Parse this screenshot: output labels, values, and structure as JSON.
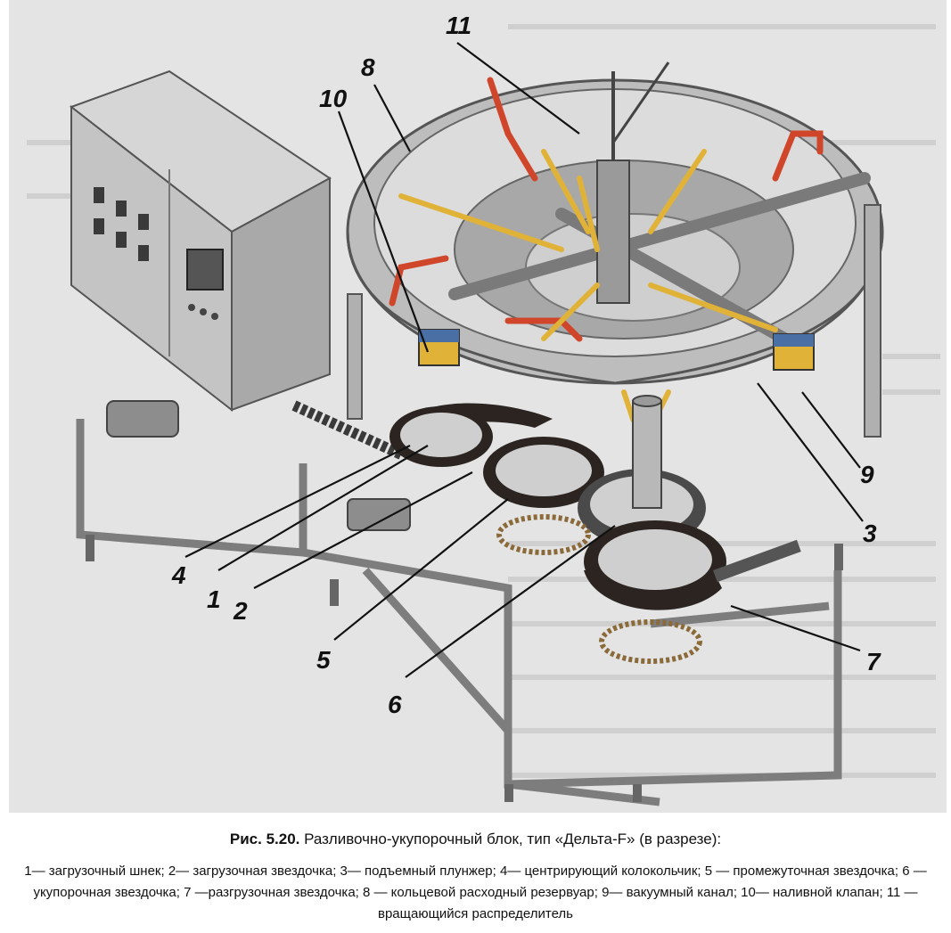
{
  "caption": {
    "label": "Рис. 5.20.",
    "title": "Разливочно-укупорочный блок, тип «Дельта-F» (в разрезе):",
    "legend": "1— загрузочный шнек; 2— загрузочная звездочка; 3— подъемный плунжер; 4— центрирующий колокольчик; 5 — промежуточная звездочка; 6 — укупорочная звездочка; 7 —разгрузочная звездочка; 8 — кольцевой расходный резервуар; 9— вакуумный канал; 10— наливной клапан; 11 — вращающийся распределитель"
  },
  "callouts": [
    {
      "id": "11",
      "label": "11"
    },
    {
      "id": "8",
      "label": "8"
    },
    {
      "id": "10",
      "label": "10"
    },
    {
      "id": "9",
      "label": "9"
    },
    {
      "id": "3",
      "label": "3"
    },
    {
      "id": "4",
      "label": "4"
    },
    {
      "id": "1",
      "label": "1"
    },
    {
      "id": "2",
      "label": "2"
    },
    {
      "id": "5",
      "label": "5"
    },
    {
      "id": "6",
      "label": "6"
    },
    {
      "id": "7",
      "label": "7"
    }
  ],
  "colors": {
    "background": "#e4e4e4",
    "metal": "#c9c9c9",
    "metal_dark": "#8a8a8a",
    "star_wheel": "#2b2420",
    "pipe_red": "#d0462a",
    "pipe_yellow": "#e0b238",
    "label": "#111111"
  }
}
